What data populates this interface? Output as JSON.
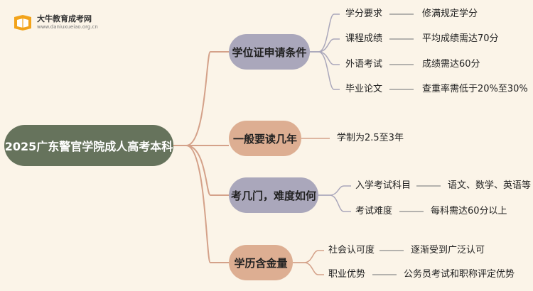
{
  "logo": {
    "name": "大牛教育成考网",
    "url": "www.daniuxueiao.org.cn",
    "icon": "book-badge-icon"
  },
  "root": {
    "label": "2025广东警官学院成人高考本科"
  },
  "branches": [
    {
      "label": "学位证申请条件",
      "items": [
        {
          "key": "学分要求",
          "value": "修满规定学分"
        },
        {
          "key": "课程成绩",
          "value": "平均成绩需达70分"
        },
        {
          "key": "外语考试",
          "value": "成绩需达60分"
        },
        {
          "key": "毕业论文",
          "value": "查重率需低于20%至30%"
        }
      ]
    },
    {
      "label": "一般要读几年",
      "items": [
        {
          "value": "学制为2.5至3年"
        }
      ]
    },
    {
      "label": "考几门，难度如何",
      "items": [
        {
          "key": "入学考试科目",
          "value": "语文、数学、英语等"
        },
        {
          "key": "考试难度",
          "value": "每科需达60分以上"
        }
      ]
    },
    {
      "label": "学历含金量",
      "items": [
        {
          "key": "社会认可度",
          "value": "逐渐受到广泛认可"
        },
        {
          "key": "职业优势",
          "value": "公务员考试和职称评定优势"
        }
      ]
    }
  ],
  "colors": {
    "background": "#fbf4e8",
    "root": "#66735c",
    "branch_purple": "#aaa7bb",
    "branch_peach": "#ddae92",
    "connector": "#d4a189",
    "leaf_line": "#8a8a8a"
  }
}
